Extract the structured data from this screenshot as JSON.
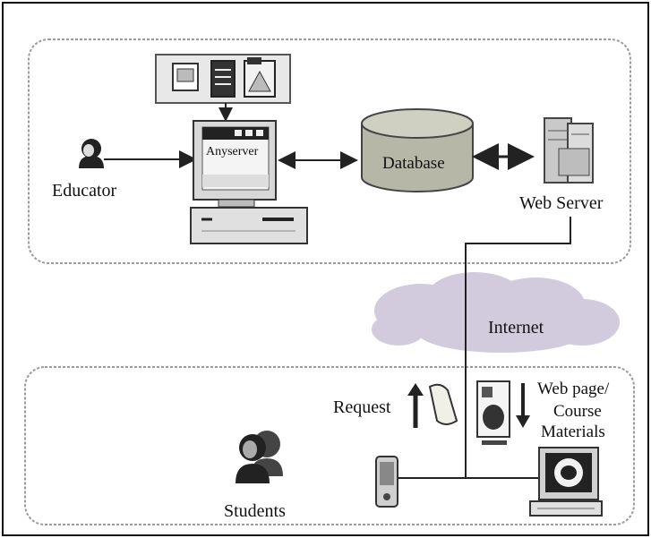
{
  "labels": {
    "educator": "Educator",
    "anyserver": "Anyserver",
    "database": "Database",
    "web_server": "Web Server",
    "internet": "Internet",
    "request": "Request",
    "web_page_line1": "Web page/",
    "web_page_line2": "Course",
    "web_page_line3": "Materials",
    "students": "Students"
  },
  "colors": {
    "panel_border": "#9a9a9a",
    "line": "#222222",
    "cloud": "#c9c3d8",
    "database_fill": "#b7b7a8",
    "server_fill": "#c9c9c9"
  }
}
